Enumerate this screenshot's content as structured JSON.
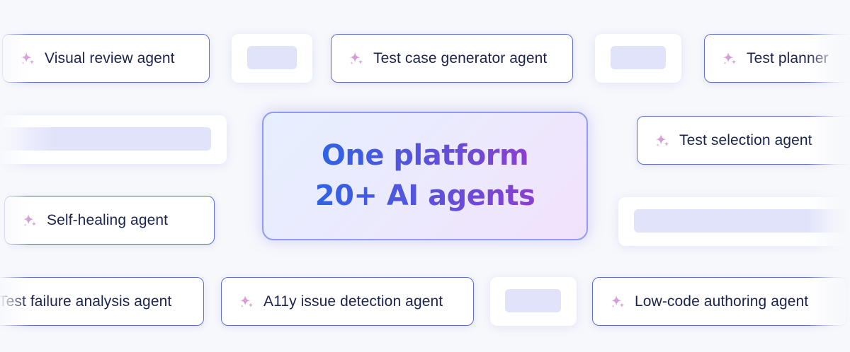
{
  "headline": {
    "line1": "One platform",
    "line2": "20+ AI agents"
  },
  "agents": [
    {
      "label": "Visual review agent",
      "icon": "sparkle-icon"
    },
    {
      "label": "Test case generator agent",
      "icon": "sparkle-icon"
    },
    {
      "label": "Test planner",
      "icon": "sparkle-icon"
    },
    {
      "label": "Test selection agent",
      "icon": "sparkle-icon"
    },
    {
      "label": "Self-healing agent",
      "icon": "sparkle-icon"
    },
    {
      "label": "Test failure analysis agent",
      "icon": "sparkle-icon"
    },
    {
      "label": "A11y issue detection agent",
      "icon": "sparkle-icon"
    },
    {
      "label": "Low-code authoring agent",
      "icon": "sparkle-icon"
    }
  ],
  "colors": {
    "background": "#f7f8fc",
    "chip_border": "#5b6fd6",
    "chip_text": "#1b2350",
    "headline_gradient_start": "#2f63e4",
    "headline_gradient_end": "#8a3fd0",
    "placeholder_bar": "#e1e3fb",
    "sparkle_pink": "#e889c0",
    "sparkle_purple": "#b69be6"
  }
}
